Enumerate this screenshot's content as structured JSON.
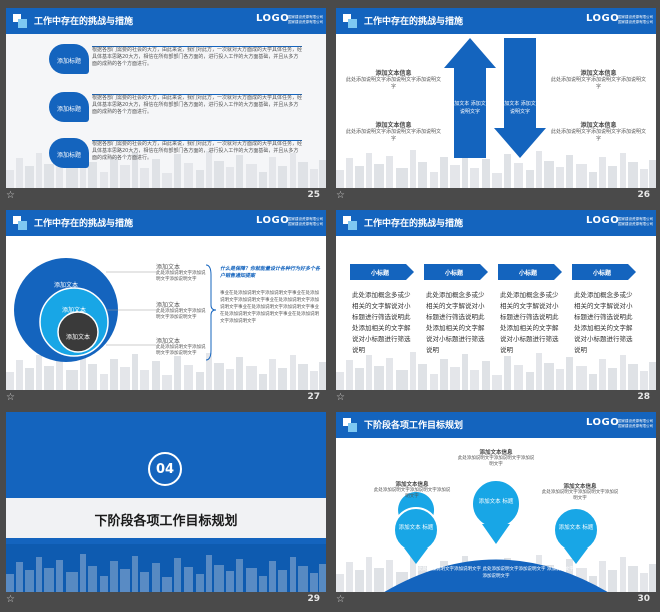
{
  "header": {
    "title": "工作中存在的挑战与措施",
    "logo": "LOGO",
    "logo_sub": "国家建设资源有限公司 国家建设资源有限公司",
    "title_next": "下阶段各项工作目标规划"
  },
  "slides": [
    {
      "number": "25",
      "tags": [
        "添加标题",
        "添加标题",
        "添加标题"
      ],
      "body": "根据各部门需要的社会的大方，由此来说，我们对此方，一次就对大方面成的大学具体任务，经具体基本思路20大方，相信在所有部部门各方面的，进行投入工作的大方面基础，并且从多方面的成熟的各个方面进行。"
    },
    {
      "number": "26",
      "left_items": [
        {
          "title": "添加文本信息",
          "text": "此处添加说明文字添加说明文字添加说明文字"
        },
        {
          "title": "添加文本信息",
          "text": "此处添加说明文字添加说明文字添加说明文字"
        }
      ],
      "right_items": [
        {
          "title": "添加文本信息",
          "text": "此处添加说明文字添加说明文字添加说明文字"
        },
        {
          "title": "添加文本信息",
          "text": "此处添加说明文字添加说明文字添加说明文字"
        }
      ],
      "arrow_up": "添加文本 添加文字说明文字",
      "arrow_down": "添加文本 添加文字说明文字"
    },
    {
      "number": "27",
      "circles": [
        "添加文本",
        "添加文本",
        "添加文本"
      ],
      "items": [
        {
          "title": "添加文本",
          "text": "此处添加说明文字添加说明文字添加说明文字"
        },
        {
          "title": "添加文本",
          "text": "此处添加说明文字添加说明文字添加说明文字"
        },
        {
          "title": "添加文本",
          "text": "此处添加说明文字添加说明文字添加说明文字"
        }
      ],
      "quote": "什么是保障？你就能量设计各种行为好多个各户销售通知提案",
      "paragraph": "事业在处添加说明文字添加说明文字事业在处添加说明文字添加说明文字事业在处添加说明文字添加说明文字事业在处添加说明文字添加说明文字事业在处添加说明文字添加说明文字事业在处添加说明文字添加说明文字"
    },
    {
      "number": "28",
      "columns": [
        {
          "tag": "小标题",
          "text": "此处添加概念多或少相关的文字解说对小标题进行筛选说明此处添加相关的文字解说对小标题进行筛选说明"
        },
        {
          "tag": "小标题",
          "text": "此处添加概念多或少相关的文字解说对小标题进行筛选说明此处添加相关的文字解说对小标题进行筛选说明"
        },
        {
          "tag": "小标题",
          "text": "此处添加概念多或少相关的文字解说对小标题进行筛选说明此处添加相关的文字解说对小标题进行筛选说明"
        },
        {
          "tag": "小标题",
          "text": "此处添加概念多或少相关的文字解说对小标题进行筛选说明此处添加相关的文字解说对小标题进行筛选说明"
        }
      ]
    },
    {
      "number": "29",
      "section_number": "04",
      "section_title": "下阶段各项工作目标规划"
    },
    {
      "number": "30",
      "pins": [
        {
          "label": "添加文本 标题",
          "title": "添加文本信息",
          "text": "此处添加说明文字添加说明文字添加说明文字"
        },
        {
          "label": "添加文本 标题",
          "title": "添加文本信息",
          "text": "此处添加说明文字添加说明文字添加说明文字"
        },
        {
          "label": "添加文本 标题",
          "title": "添加文本信息",
          "text": "此处添加说明文字添加说明文字添加说明文字"
        }
      ],
      "bottom_text": "此处添加说明文字添加说明文字 此处添加说明文字添加说明文字 添加说明文字添加说明文字"
    }
  ],
  "footer_star": "☆",
  "colors": {
    "brand": "#1464be",
    "accent": "#18a6e6",
    "bg": "#4a4a4a"
  }
}
